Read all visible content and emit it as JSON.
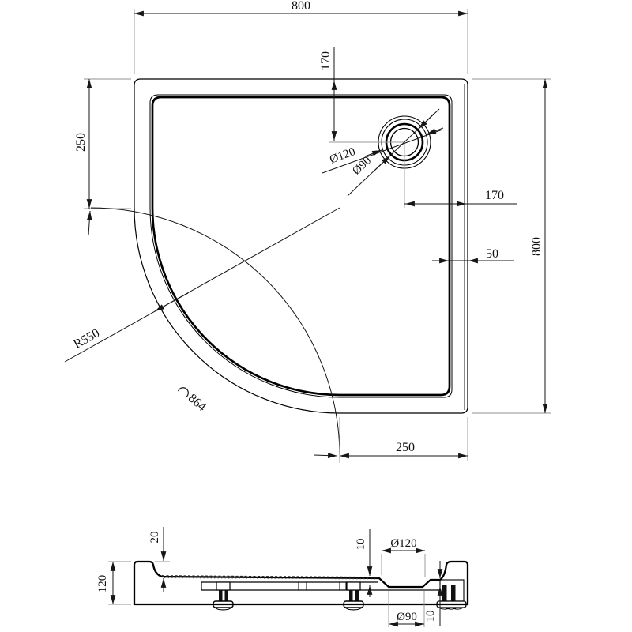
{
  "title": "Quadrant shower tray technical drawing",
  "colors": {
    "line": "#000000",
    "dimension": "#161616",
    "extension": "#929292",
    "background": "#ffffff"
  },
  "plan": {
    "width_top": "800",
    "drain_offset_top": "170",
    "left_straight": "250",
    "flange_dia": "Ø120",
    "waste_dia": "Ø90",
    "drain_offset_right": "170",
    "rim_width": "50",
    "height_right": "800",
    "corner_radius": "R550",
    "arc_length": "864",
    "bottom_straight": "250"
  },
  "section": {
    "rim_height": "20",
    "total_height": "120",
    "recess_depth_left": "10",
    "recess_top_dia": "Ø120",
    "recess_bottom_dia": "Ø90",
    "recess_depth_right": "10"
  }
}
